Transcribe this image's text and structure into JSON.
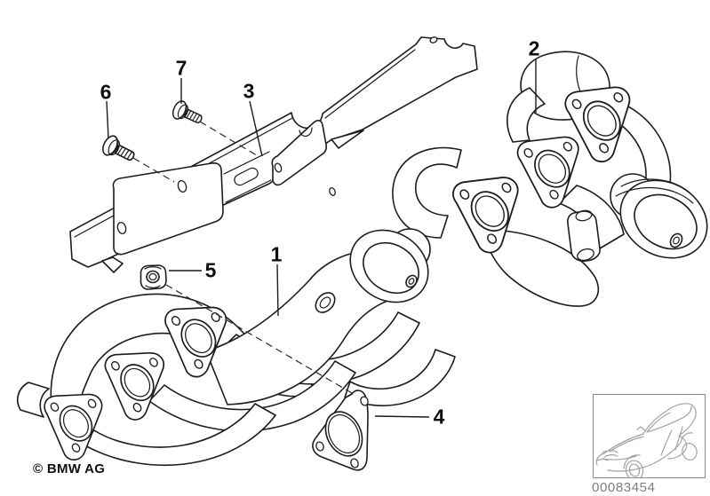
{
  "diagram": {
    "copyright": "© BMW AG",
    "part_number": "00083454",
    "callouts": [
      {
        "label": "1"
      },
      {
        "label": "2"
      },
      {
        "label": "3"
      },
      {
        "label": "4"
      },
      {
        "label": "5"
      },
      {
        "label": "6"
      },
      {
        "label": "7"
      }
    ],
    "colors": {
      "line": "#1c1c1c",
      "car_sketch": "#a3a3a3",
      "part_number_text": "#7d7d7d",
      "background": "#ffffff"
    }
  }
}
